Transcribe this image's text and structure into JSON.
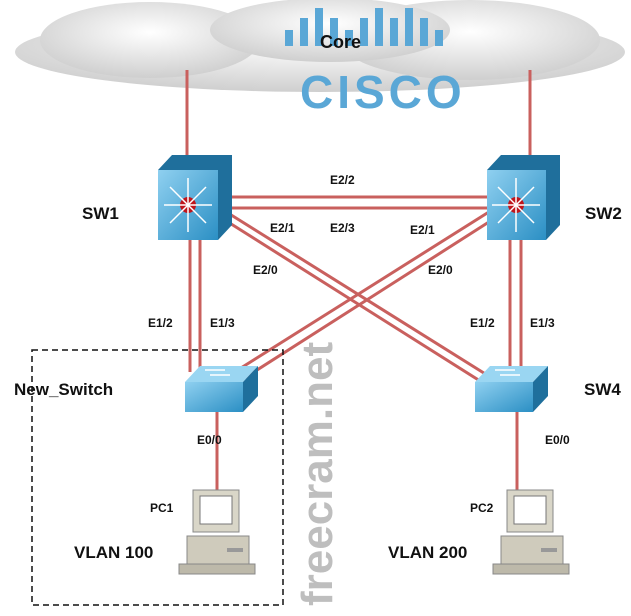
{
  "cloud": {
    "label": "Core"
  },
  "logo": {
    "text": "CISCO",
    "color": "#5aa7d6"
  },
  "watermark": {
    "text": "freecram.net"
  },
  "devices": {
    "sw1": {
      "label": "SW1"
    },
    "sw2": {
      "label": "SW2"
    },
    "new_switch": {
      "label": "New_Switch"
    },
    "sw4": {
      "label": "SW4"
    },
    "pc1": {
      "label": "PC1",
      "vlan": "VLAN 100"
    },
    "pc2": {
      "label": "PC2",
      "vlan": "VLAN 200"
    }
  },
  "ports": {
    "sw1_sw2_top": "E2/2",
    "sw1_e21": "E2/1",
    "sw1_e23": "E2/3",
    "sw2_e21": "E2/1",
    "sw1_e20": "E2/0",
    "sw2_e20": "E2/0",
    "left_e12": "E1/2",
    "left_e13": "E1/3",
    "right_e12": "E1/2",
    "right_e13": "E1/3",
    "new_switch_e00": "E0/0",
    "sw4_e00": "E0/0"
  },
  "colors": {
    "link": "#c9605e",
    "switch": "#3e9fd0",
    "switch_dark": "#1f6f9c",
    "router_core": "#c0151b"
  }
}
